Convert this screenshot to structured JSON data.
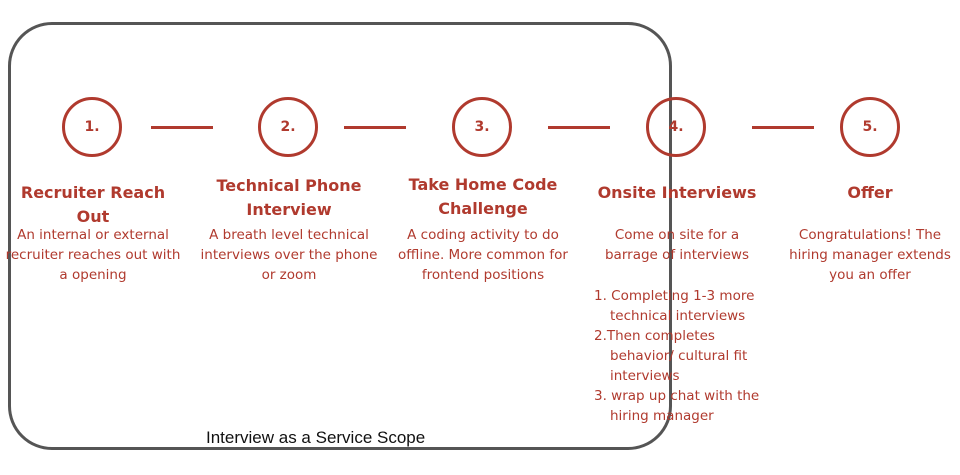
{
  "scope": {
    "label": "Interview as a Service Scope"
  },
  "colors": {
    "accent": "#b03a2e",
    "scope_border": "#555555"
  },
  "steps": [
    {
      "number": "1.",
      "title": "Recruiter Reach Out",
      "description": "An internal or external recruiter reaches out with a opening"
    },
    {
      "number": "2.",
      "title": "Technical Phone Interview",
      "description": "A breath level technical interviews over the phone or zoom"
    },
    {
      "number": "3.",
      "title": "Take Home Code Challenge",
      "description": "A coding activity to do offline. More common for frontend positions"
    },
    {
      "number": "4.",
      "title": "Onsite Interviews",
      "description": "Come on site for a barrage of interviews",
      "substeps": [
        "1. Completing 1-3 more technical interviews",
        "2.Then completes behavior/ cultural fit interviews",
        "3. wrap up chat with the hiring manager"
      ]
    },
    {
      "number": "5.",
      "title": "Offer",
      "description": "Congratulations! The hiring manager extends you an offer"
    }
  ]
}
